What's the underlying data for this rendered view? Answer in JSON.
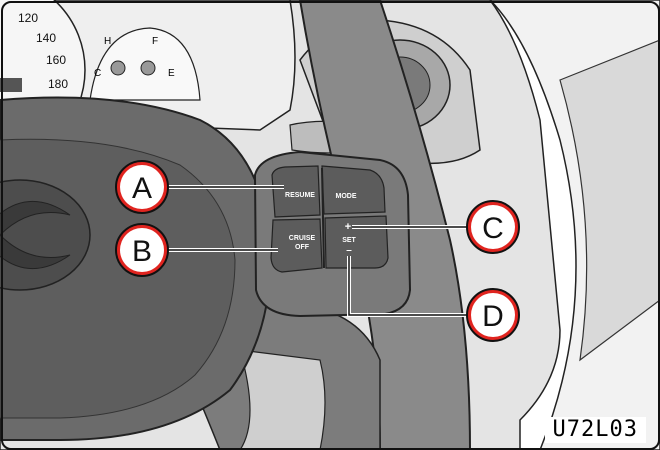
{
  "colors": {
    "background": "#ffffff",
    "panel_gray": "#d6d6d6",
    "panel_light": "#e8e8e8",
    "wheel_gray": "#8c8c8c",
    "wheel_dark": "#6e6e6e",
    "switch_dark": "#585858",
    "callout_red": "#e0241f",
    "outline": "#111111"
  },
  "speedometer": {
    "ticks": [
      "120",
      "140",
      "160",
      "180"
    ]
  },
  "gauge": {
    "labels": [
      "H",
      "C",
      "F",
      "E"
    ]
  },
  "control_pad": {
    "resume_label": "RESUME",
    "mode_label": "MODE",
    "cruise_label": "CRUISE",
    "off_label": "OFF",
    "plus_label": "+",
    "set_label": "SET",
    "minus_label": "–"
  },
  "callouts": [
    {
      "id": "A"
    },
    {
      "id": "B"
    },
    {
      "id": "C"
    },
    {
      "id": "D"
    }
  ],
  "figure_code": "U72L03"
}
